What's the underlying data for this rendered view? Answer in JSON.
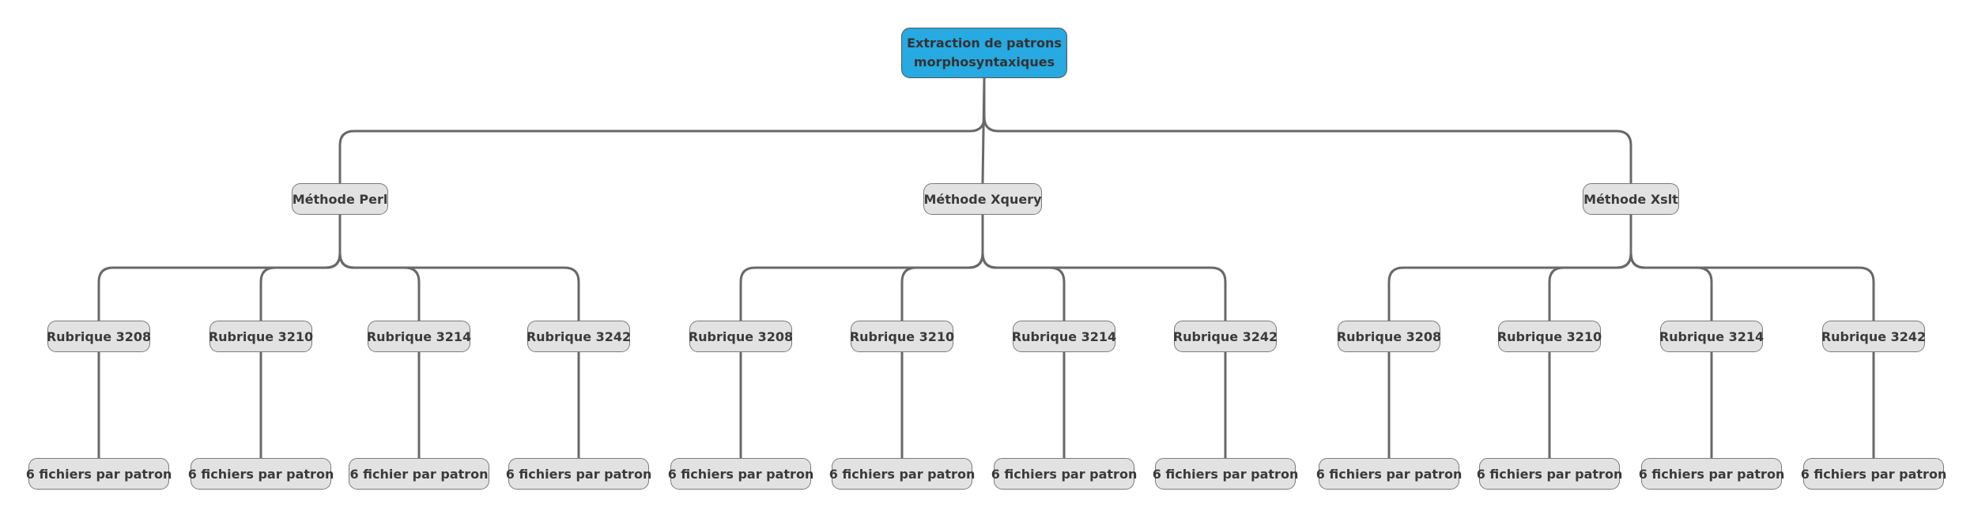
{
  "diagram": {
    "type": "mindmap-tree",
    "colors": {
      "root_fill": "#27a9e1",
      "node_fill": "#e2e2e2",
      "connector": "#686868",
      "text": "#3a3a3a"
    },
    "root": {
      "label": "Extraction de patrons morphosyntaxiques",
      "children": [
        {
          "label": "Méthode Perl",
          "children": [
            {
              "label": "Rubrique 3208",
              "leaf": "6 fichiers par patron"
            },
            {
              "label": "Rubrique 3210",
              "leaf": "6 fichiers par patron"
            },
            {
              "label": "Rubrique 3214",
              "leaf": "6 fichier par patron"
            },
            {
              "label": "Rubrique 3242",
              "leaf": "6 fichiers par patron"
            }
          ]
        },
        {
          "label": "Méthode Xquery",
          "children": [
            {
              "label": "Rubrique 3208",
              "leaf": "6 fichiers par patron"
            },
            {
              "label": "Rubrique 3210",
              "leaf": "6 fichiers par patron"
            },
            {
              "label": "Rubrique 3214",
              "leaf": "6 fichiers par patron"
            },
            {
              "label": "Rubrique 3242",
              "leaf": "6 fichiers par patron"
            }
          ]
        },
        {
          "label": "Méthode Xslt",
          "children": [
            {
              "label": "Rubrique 3208",
              "leaf": "6 fichiers par patron"
            },
            {
              "label": "Rubrique 3210",
              "leaf": "6 fichiers par patron"
            },
            {
              "label": "Rubrique 3214",
              "leaf": "6 fichiers par patron"
            },
            {
              "label": "Rubrique 3242",
              "leaf": "6 fichiers par patron"
            }
          ]
        }
      ]
    }
  }
}
